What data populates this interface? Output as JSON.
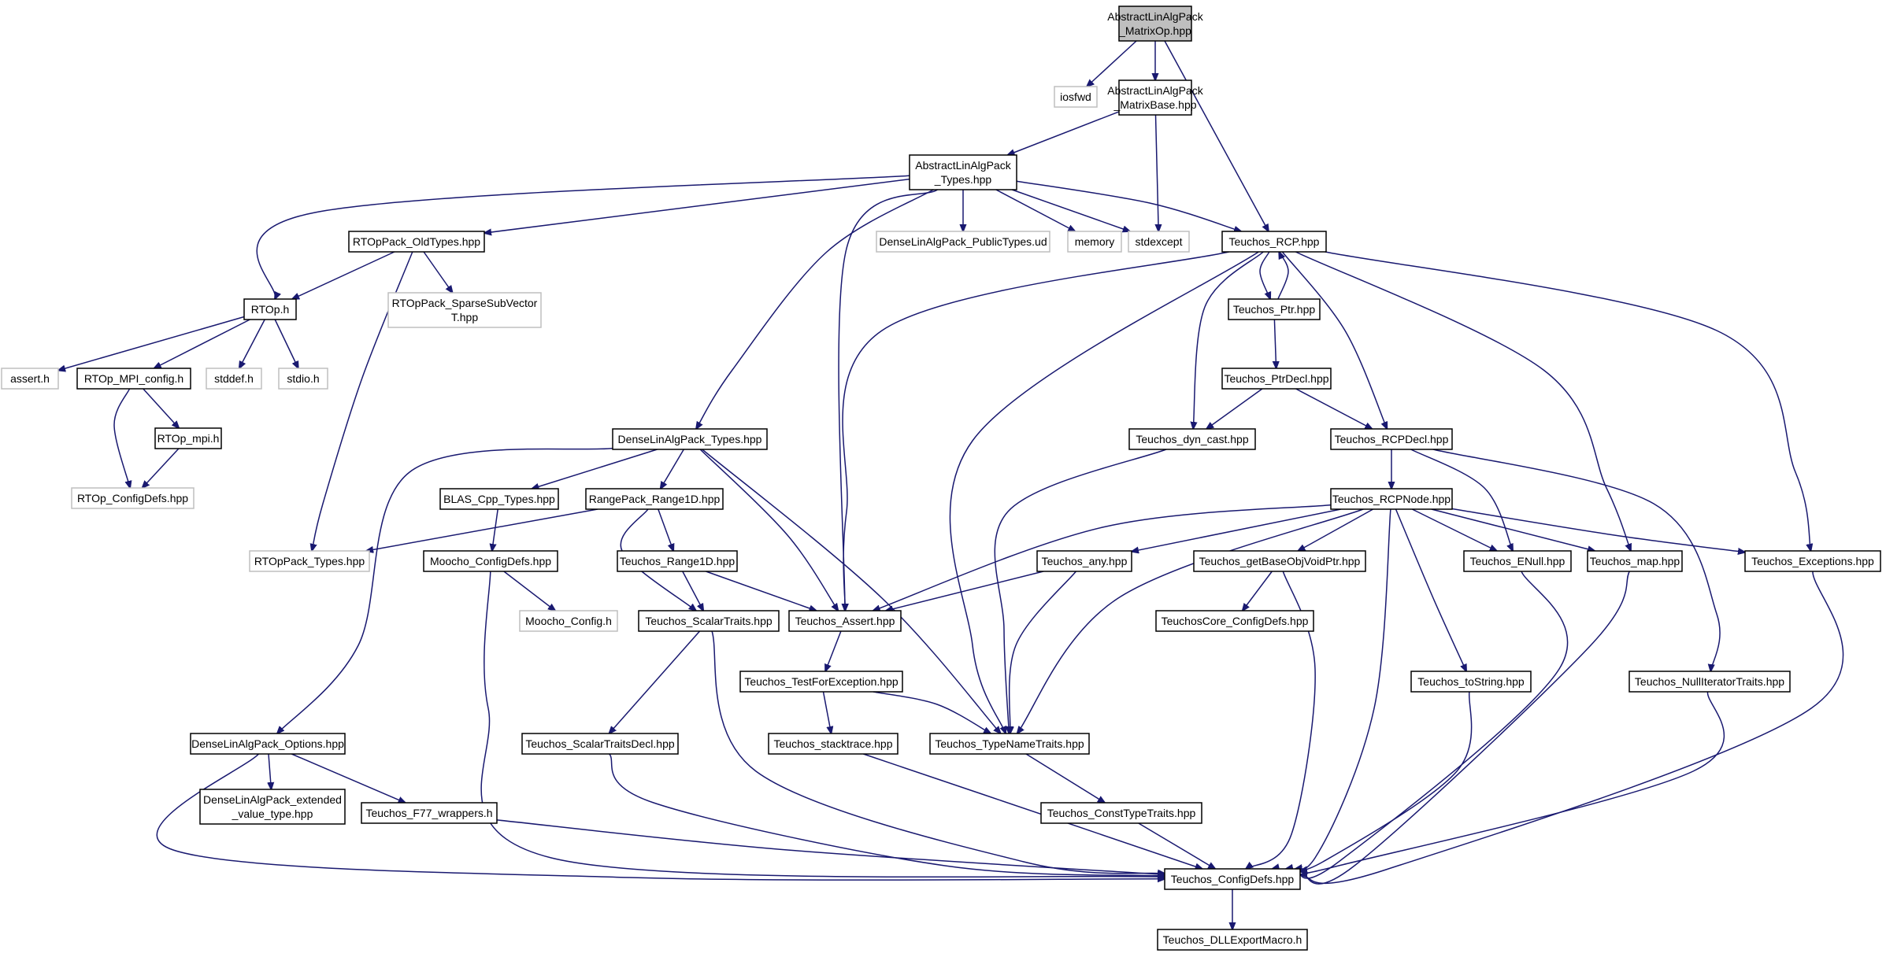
{
  "colors": {
    "edge": "#191970",
    "box_border": "#000000",
    "external_border": "#bfbfbf",
    "root_fill": "#bfbfbf"
  },
  "nodes": [
    {
      "id": "matrixop",
      "lines": [
        "AbstractLinAlgPack",
        "_MatrixOp.hpp"
      ],
      "kind": "root"
    },
    {
      "id": "iosfwd",
      "lines": [
        "iosfwd"
      ],
      "kind": "external"
    },
    {
      "id": "matrixbase",
      "lines": [
        "AbstractLinAlgPack",
        "_MatrixBase.hpp"
      ],
      "kind": "internal"
    },
    {
      "id": "types",
      "lines": [
        "AbstractLinAlgPack",
        "_Types.hpp"
      ],
      "kind": "internal"
    },
    {
      "id": "rtoppack_oldtypes",
      "lines": [
        "RTOpPack_OldTypes.hpp"
      ],
      "kind": "internal"
    },
    {
      "id": "dense_publictypes",
      "lines": [
        "DenseLinAlgPack_PublicTypes.ud"
      ],
      "kind": "external"
    },
    {
      "id": "memory",
      "lines": [
        "memory"
      ],
      "kind": "external"
    },
    {
      "id": "stdexcept",
      "lines": [
        "stdexcept"
      ],
      "kind": "external"
    },
    {
      "id": "teuchos_rcp",
      "lines": [
        "Teuchos_RCP.hpp"
      ],
      "kind": "internal"
    },
    {
      "id": "rtop_h",
      "lines": [
        "RTOp.h"
      ],
      "kind": "internal"
    },
    {
      "id": "sparsesubvector",
      "lines": [
        "RTOpPack_SparseSubVector",
        "T.hpp"
      ],
      "kind": "external"
    },
    {
      "id": "teuchos_ptr",
      "lines": [
        "Teuchos_Ptr.hpp"
      ],
      "kind": "internal"
    },
    {
      "id": "assert_h",
      "lines": [
        "assert.h"
      ],
      "kind": "external"
    },
    {
      "id": "rtop_mpi_config",
      "lines": [
        "RTOp_MPI_config.h"
      ],
      "kind": "internal"
    },
    {
      "id": "stddef_h",
      "lines": [
        "stddef.h"
      ],
      "kind": "external"
    },
    {
      "id": "stdio_h",
      "lines": [
        "stdio.h"
      ],
      "kind": "external"
    },
    {
      "id": "teuchos_ptrdecl",
      "lines": [
        "Teuchos_PtrDecl.hpp"
      ],
      "kind": "internal"
    },
    {
      "id": "rtop_mpi_h",
      "lines": [
        "RTOp_mpi.h"
      ],
      "kind": "internal"
    },
    {
      "id": "dense_types",
      "lines": [
        "DenseLinAlgPack_Types.hpp"
      ],
      "kind": "internal"
    },
    {
      "id": "teuchos_dyn_cast",
      "lines": [
        "Teuchos_dyn_cast.hpp"
      ],
      "kind": "internal"
    },
    {
      "id": "teuchos_rcpdecl",
      "lines": [
        "Teuchos_RCPDecl.hpp"
      ],
      "kind": "internal"
    },
    {
      "id": "rtop_configdefs",
      "lines": [
        "RTOp_ConfigDefs.hpp"
      ],
      "kind": "external"
    },
    {
      "id": "blas_cpp_types",
      "lines": [
        "BLAS_Cpp_Types.hpp"
      ],
      "kind": "internal"
    },
    {
      "id": "rangepack_range1d",
      "lines": [
        "RangePack_Range1D.hpp"
      ],
      "kind": "internal"
    },
    {
      "id": "teuchos_rcpnode",
      "lines": [
        "Teuchos_RCPNode.hpp"
      ],
      "kind": "internal"
    },
    {
      "id": "rtoppack_types",
      "lines": [
        "RTOpPack_Types.hpp"
      ],
      "kind": "external"
    },
    {
      "id": "moocho_configdefs",
      "lines": [
        "Moocho_ConfigDefs.hpp"
      ],
      "kind": "internal"
    },
    {
      "id": "teuchos_range1d",
      "lines": [
        "Teuchos_Range1D.hpp"
      ],
      "kind": "internal"
    },
    {
      "id": "teuchos_any",
      "lines": [
        "Teuchos_any.hpp"
      ],
      "kind": "internal"
    },
    {
      "id": "teuchos_getbaseobj",
      "lines": [
        "Teuchos_getBaseObjVoidPtr.hpp"
      ],
      "kind": "internal"
    },
    {
      "id": "teuchos_enull",
      "lines": [
        "Teuchos_ENull.hpp"
      ],
      "kind": "internal"
    },
    {
      "id": "teuchos_map",
      "lines": [
        "Teuchos_map.hpp"
      ],
      "kind": "internal"
    },
    {
      "id": "teuchos_exceptions",
      "lines": [
        "Teuchos_Exceptions.hpp"
      ],
      "kind": "internal"
    },
    {
      "id": "moocho_config",
      "lines": [
        "Moocho_Config.h"
      ],
      "kind": "external"
    },
    {
      "id": "teuchos_scalartraits",
      "lines": [
        "Teuchos_ScalarTraits.hpp"
      ],
      "kind": "internal"
    },
    {
      "id": "teuchos_assert",
      "lines": [
        "Teuchos_Assert.hpp"
      ],
      "kind": "internal"
    },
    {
      "id": "teuchoscore_configdefs",
      "lines": [
        "TeuchosCore_ConfigDefs.hpp"
      ],
      "kind": "internal"
    },
    {
      "id": "teuchos_testforexception",
      "lines": [
        "Teuchos_TestForException.hpp"
      ],
      "kind": "internal"
    },
    {
      "id": "teuchos_tostring",
      "lines": [
        "Teuchos_toString.hpp"
      ],
      "kind": "internal"
    },
    {
      "id": "teuchos_nulliterator",
      "lines": [
        "Teuchos_NullIteratorTraits.hpp"
      ],
      "kind": "internal"
    },
    {
      "id": "dense_options",
      "lines": [
        "DenseLinAlgPack_Options.hpp"
      ],
      "kind": "internal"
    },
    {
      "id": "teuchos_scalartraitsdecl",
      "lines": [
        "Teuchos_ScalarTraitsDecl.hpp"
      ],
      "kind": "internal"
    },
    {
      "id": "teuchos_stacktrace",
      "lines": [
        "Teuchos_stacktrace.hpp"
      ],
      "kind": "internal"
    },
    {
      "id": "teuchos_typenametraits",
      "lines": [
        "Teuchos_TypeNameTraits.hpp"
      ],
      "kind": "internal"
    },
    {
      "id": "dense_extended",
      "lines": [
        "DenseLinAlgPack_extended",
        "_value_type.hpp"
      ],
      "kind": "internal"
    },
    {
      "id": "teuchos_f77",
      "lines": [
        "Teuchos_F77_wrappers.h"
      ],
      "kind": "internal"
    },
    {
      "id": "teuchos_consttypetraits",
      "lines": [
        "Teuchos_ConstTypeTraits.hpp"
      ],
      "kind": "internal"
    },
    {
      "id": "teuchos_configdefs",
      "lines": [
        "Teuchos_ConfigDefs.hpp"
      ],
      "kind": "internal"
    },
    {
      "id": "teuchos_dllexport",
      "lines": [
        "Teuchos_DLLExportMacro.h"
      ],
      "kind": "internal"
    }
  ],
  "edges": [
    [
      "matrixop",
      "iosfwd"
    ],
    [
      "matrixop",
      "matrixbase"
    ],
    [
      "matrixop",
      "teuchos_rcp"
    ],
    [
      "matrixbase",
      "types"
    ],
    [
      "matrixbase",
      "stdexcept"
    ],
    [
      "types",
      "rtop_h"
    ],
    [
      "types",
      "rtoppack_oldtypes"
    ],
    [
      "types",
      "dense_types"
    ],
    [
      "types",
      "teuchos_assert"
    ],
    [
      "types",
      "dense_publictypes"
    ],
    [
      "types",
      "memory"
    ],
    [
      "types",
      "stdexcept"
    ],
    [
      "types",
      "teuchos_rcp"
    ],
    [
      "rtoppack_oldtypes",
      "rtop_h"
    ],
    [
      "rtoppack_oldtypes",
      "sparsesubvector"
    ],
    [
      "rtoppack_oldtypes",
      "rtoppack_types"
    ],
    [
      "rtop_h",
      "assert_h"
    ],
    [
      "rtop_h",
      "rtop_mpi_config"
    ],
    [
      "rtop_h",
      "stddef_h"
    ],
    [
      "rtop_h",
      "stdio_h"
    ],
    [
      "rtop_mpi_config",
      "rtop_mpi_h"
    ],
    [
      "rtop_mpi_config",
      "rtop_configdefs"
    ],
    [
      "rtop_mpi_h",
      "rtop_configdefs"
    ],
    [
      "teuchos_rcp",
      "teuchos_ptr"
    ],
    [
      "teuchos_rcp",
      "teuchos_dyn_cast"
    ],
    [
      "teuchos_rcp",
      "teuchos_rcpdecl"
    ],
    [
      "teuchos_rcp",
      "teuchos_assert"
    ],
    [
      "teuchos_rcp",
      "teuchos_typenametraits"
    ],
    [
      "teuchos_rcp",
      "teuchos_map"
    ],
    [
      "teuchos_rcp",
      "teuchos_exceptions"
    ],
    [
      "teuchos_ptr",
      "teuchos_rcp"
    ],
    [
      "teuchos_ptr",
      "teuchos_ptrdecl"
    ],
    [
      "teuchos_ptrdecl",
      "teuchos_dyn_cast"
    ],
    [
      "teuchos_ptrdecl",
      "teuchos_rcpdecl"
    ],
    [
      "teuchos_dyn_cast",
      "teuchos_typenametraits"
    ],
    [
      "teuchos_rcpdecl",
      "teuchos_rcpnode"
    ],
    [
      "teuchos_rcpdecl",
      "teuchos_enull"
    ],
    [
      "teuchos_rcpdecl",
      "teuchos_nulliterator"
    ],
    [
      "dense_types",
      "dense_options"
    ],
    [
      "dense_types",
      "blas_cpp_types"
    ],
    [
      "dense_types",
      "rangepack_range1d"
    ],
    [
      "dense_types",
      "teuchos_assert"
    ],
    [
      "dense_types",
      "teuchos_typenametraits"
    ],
    [
      "blas_cpp_types",
      "moocho_configdefs"
    ],
    [
      "rangepack_range1d",
      "rtoppack_types"
    ],
    [
      "rangepack_range1d",
      "teuchos_range1d"
    ],
    [
      "rangepack_range1d",
      "teuchos_scalartraits"
    ],
    [
      "moocho_configdefs",
      "moocho_config"
    ],
    [
      "moocho_configdefs",
      "teuchos_configdefs"
    ],
    [
      "teuchos_range1d",
      "teuchos_scalartraits"
    ],
    [
      "teuchos_range1d",
      "teuchos_assert"
    ],
    [
      "teuchos_rcpnode",
      "teuchos_assert"
    ],
    [
      "teuchos_rcpnode",
      "teuchos_any"
    ],
    [
      "teuchos_rcpnode",
      "teuchos_getbaseobj"
    ],
    [
      "teuchos_rcpnode",
      "teuchos_enull"
    ],
    [
      "teuchos_rcpnode",
      "teuchos_map"
    ],
    [
      "teuchos_rcpnode",
      "teuchos_exceptions"
    ],
    [
      "teuchos_rcpnode",
      "teuchos_tostring"
    ],
    [
      "teuchos_rcpnode",
      "teuchos_typenametraits"
    ],
    [
      "teuchos_rcpnode",
      "teuchos_configdefs"
    ],
    [
      "teuchos_any",
      "teuchos_assert"
    ],
    [
      "teuchos_any",
      "teuchos_typenametraits"
    ],
    [
      "teuchos_getbaseobj",
      "teuchoscore_configdefs"
    ],
    [
      "teuchos_getbaseobj",
      "teuchos_configdefs"
    ],
    [
      "teuchos_enull",
      "teuchos_configdefs"
    ],
    [
      "teuchos_map",
      "teuchos_configdefs"
    ],
    [
      "teuchos_exceptions",
      "teuchos_configdefs"
    ],
    [
      "teuchos_scalartraits",
      "teuchos_scalartraitsdecl"
    ],
    [
      "teuchos_scalartraits",
      "teuchos_configdefs"
    ],
    [
      "teuchos_assert",
      "teuchos_testforexception"
    ],
    [
      "teuchos_testforexception",
      "teuchos_stacktrace"
    ],
    [
      "teuchos_testforexception",
      "teuchos_typenametraits"
    ],
    [
      "teuchos_tostring",
      "teuchos_configdefs"
    ],
    [
      "teuchos_nulliterator",
      "teuchos_configdefs"
    ],
    [
      "dense_options",
      "dense_extended"
    ],
    [
      "dense_options",
      "teuchos_f77"
    ],
    [
      "dense_options",
      "teuchos_configdefs"
    ],
    [
      "teuchos_scalartraitsdecl",
      "teuchos_configdefs"
    ],
    [
      "teuchos_stacktrace",
      "teuchos_configdefs"
    ],
    [
      "teuchos_typenametraits",
      "teuchos_consttypetraits"
    ],
    [
      "teuchos_f77",
      "teuchos_configdefs"
    ],
    [
      "teuchos_consttypetraits",
      "teuchos_configdefs"
    ],
    [
      "teuchos_configdefs",
      "teuchos_dllexport"
    ]
  ]
}
